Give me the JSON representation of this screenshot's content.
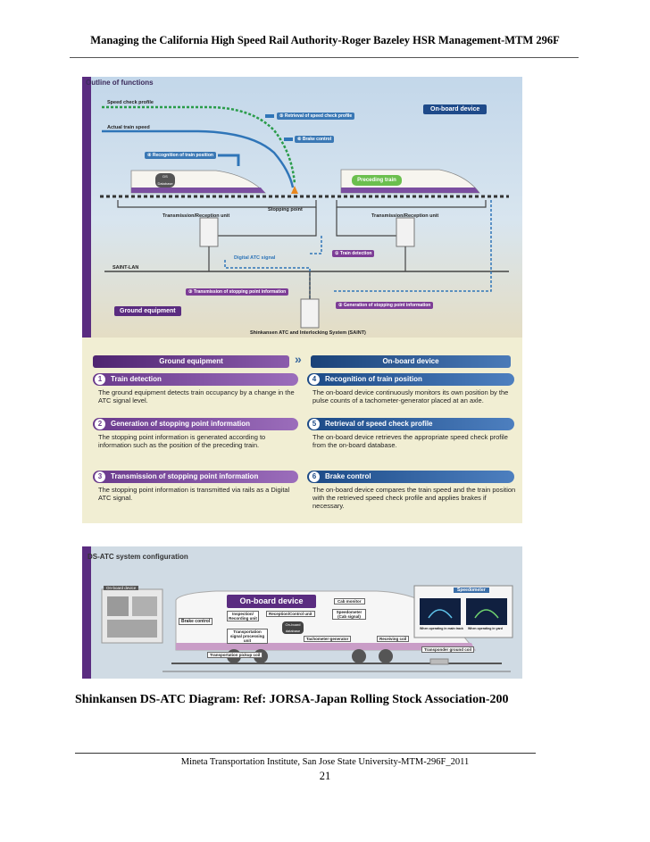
{
  "header": {
    "title": "Managing the California High Speed Rail Authority-Roger  Bazeley HSR Management-MTM 296F"
  },
  "figure1": {
    "title": "Outline of functions",
    "labels": {
      "speed_check_profile": "Speed check profile",
      "actual_train_speed": "Actual train speed",
      "ds_database": "DS Database",
      "preceding_train": "Preceding train",
      "stopping_point": "Stopping point",
      "tx_rx_unit_left": "Transmission/Reception unit",
      "tx_rx_unit_right": "Transmission/Reception unit",
      "digital_atc_signal": "Digital ATC signal",
      "saint_lan": "SAINT-LAN",
      "saint_system": "Shinkansen ATC and Interlocking System (SAINT)"
    },
    "badges": {
      "retrieval": "⑤ Retrieval of speed check profile",
      "brake": "⑥ Brake control",
      "recognition": "④ Recognition of train position",
      "detection": "① Train detection",
      "transmission": "③ Transmission of stopping point information",
      "generation": "② Generation of stopping point information",
      "onboard_device": "On-board device",
      "ground_equipment": "Ground equipment"
    },
    "columns": {
      "left": "Ground equipment",
      "arrow": "»",
      "right": "On-board device"
    },
    "steps": [
      {
        "num": "1",
        "title": "Train detection",
        "text": "The ground equipment detects train occupancy by a change in the ATC signal level."
      },
      {
        "num": "2",
        "title": "Generation of stopping point information",
        "text": "The stopping point information is generated according to information such as the position of the preceding train."
      },
      {
        "num": "3",
        "title": "Transmission of stopping point information",
        "text": "The stopping point information is transmitted via rails as a Digital ATC signal."
      },
      {
        "num": "4",
        "title": "Recognition of train position",
        "text": "The on-board device continuously monitors its own position by the pulse counts of a tachometer-generator placed at an axle."
      },
      {
        "num": "5",
        "title": "Retrieval of speed check profile",
        "text": "The on-board device retrieves the appropriate speed check profile from the on-board database."
      },
      {
        "num": "6",
        "title": "Brake control",
        "text": "The on-board device compares the train speed and the train position with the retrieved speed check profile and applies brakes if necessary."
      }
    ]
  },
  "figure2": {
    "title": "DS-ATC system configuration",
    "labels": {
      "onboard_small": "On-board device",
      "onboard_big": "On-board device",
      "brake_control": "Brake control",
      "inspection": "Inspection/ Recording unit",
      "reception": "Reception/Control unit",
      "onboard_db": "On-board database",
      "transport_signal": "Transportation signal processing unit",
      "pickup_coil": "Transportation pickup coil",
      "cab_monitor": "Cab monitor",
      "speedometer_cab": "Speedometer (Cab signal)",
      "tachometer": "Tachometer-generator",
      "receiving_coil": "Receiving coil",
      "transponder": "Transponder ground coil",
      "speedometer": "Speedometer",
      "speedo_note_left": "When operating in main track",
      "speedo_note_right": "When operating in yard"
    }
  },
  "caption": "Shinkansen DS-ATC Diagram: Ref: JORSA-Japan Rolling Stock Association-200",
  "footer": {
    "rule": "________________________________________________________________________",
    "text": "Mineta Transportation Institute, San Jose State University-MTM-296F_2011",
    "page": "21"
  },
  "colors": {
    "purple": "#5a2c80",
    "blue": "#1e4a8a",
    "cream": "#f1eed3",
    "sky": "#c7d8e6"
  }
}
